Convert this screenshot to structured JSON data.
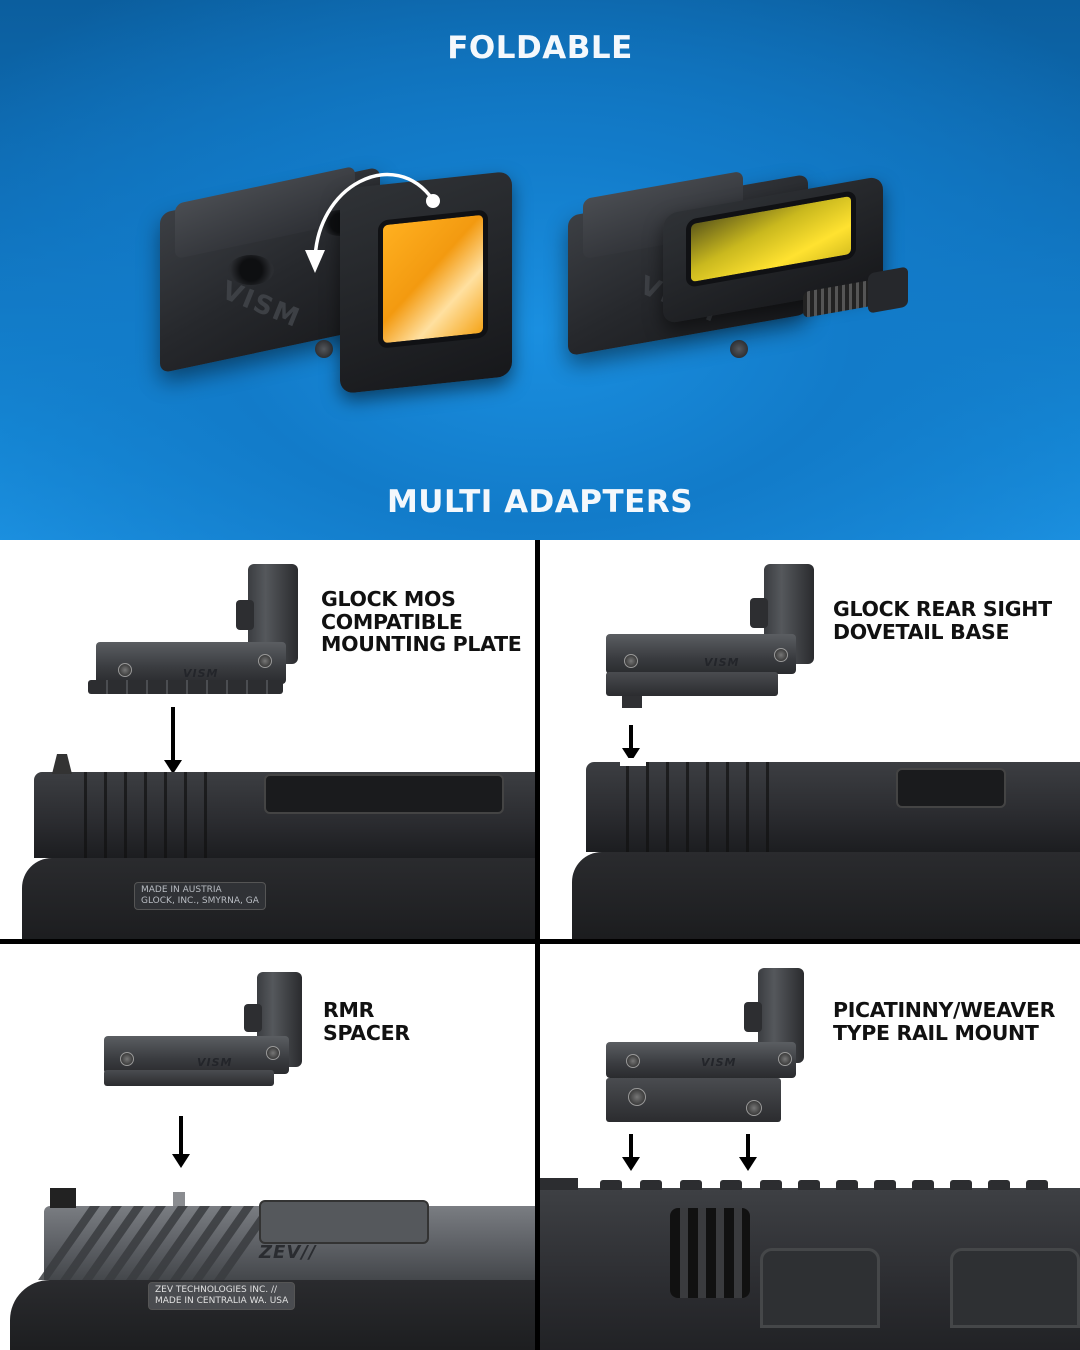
{
  "banner": {
    "top_title": "FOLDABLE",
    "bottom_title": "MULTI ADAPTERS",
    "background_color_top": "#0b5e9e",
    "background_color_bottom": "#1d93e3",
    "products": [
      {
        "state": "unfolded",
        "logo": "VISM",
        "lens_color": "#f39a10",
        "icon": "fold-arrow-icon"
      },
      {
        "state": "folded",
        "logo": "VISM",
        "lens_color": "#ffe230"
      }
    ]
  },
  "adapters": [
    {
      "caption": "GLOCK MOS\nCOMPATIBLE\nMOUNTING PLATE",
      "mini_mark": "VISM",
      "engraving": "MADE IN AUSTRIA\nGLOCK, INC., SMYRNA, GA"
    },
    {
      "caption": "GLOCK REAR SIGHT\nDOVETAIL BASE",
      "mini_mark": "VISM"
    },
    {
      "caption": "RMR\nSPACER",
      "mini_mark": "VISM",
      "engraving": "ZEV TECHNOLOGIES INC. //\nMADE IN CENTRALIA WA. USA",
      "slide_logo": "ZEV//"
    },
    {
      "caption": "PICATINNY/WEAVER\nTYPE RAIL MOUNT",
      "mini_mark": "VISM"
    }
  ],
  "colors": {
    "caption_text": "#111111",
    "divider": "#000000",
    "title_text": "#f4f8fc"
  }
}
